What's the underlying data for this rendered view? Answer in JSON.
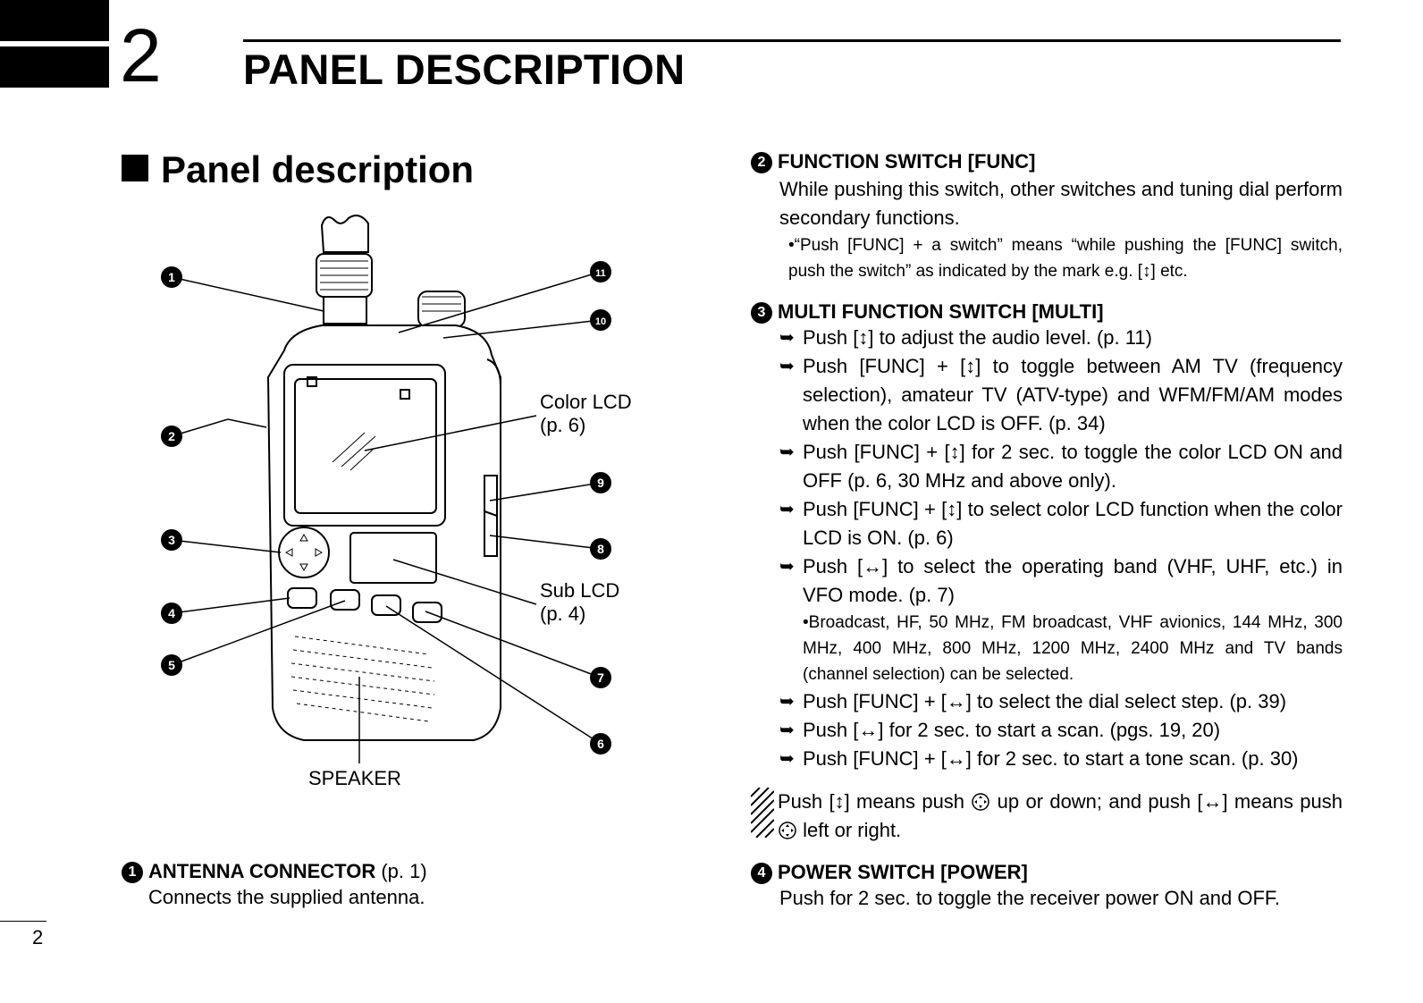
{
  "header": {
    "chapter_number": "2",
    "chapter_title": "PANEL DESCRIPTION"
  },
  "section_heading": "Panel description",
  "diagram": {
    "callouts": [
      "1",
      "2",
      "3",
      "4",
      "5",
      "6",
      "7",
      "8",
      "9",
      "10",
      "11"
    ],
    "label_color_lcd": "Color LCD",
    "label_color_lcd_ref": "(p. 6)",
    "label_sub_lcd": "Sub LCD",
    "label_sub_lcd_ref": "(p. 4)",
    "label_speaker": "SPEAKER"
  },
  "items": {
    "antenna": {
      "num": "1",
      "title": "ANTENNA CONNECTOR",
      "ref": "(p. 1)",
      "desc": "Connects the supplied antenna."
    },
    "func": {
      "num": "2",
      "title": "FUNCTION SWITCH [FUNC]",
      "desc": "While pushing this switch, other switches and tuning dial perform secondary functions.",
      "note": "•“Push [FUNC] + a switch” means “while pushing the [FUNC] switch, push the switch” as indicated by the mark e.g. [↕] etc."
    },
    "multi": {
      "num": "3",
      "title": "MULTI FUNCTION SWITCH [MULTI]",
      "bullets": [
        "Push [↕] to adjust the audio level. (p. 11)",
        "Push [FUNC] + [↕] to toggle between AM TV (frequency selection), amateur TV (ATV-type) and WFM/FM/AM modes when the color LCD is OFF. (p. 34)",
        "Push [FUNC] + [↕] for 2 sec. to toggle the color LCD ON and OFF (p. 6, 30 MHz and above only).",
        "Push [FUNC] + [↕] to select color LCD function when the color LCD is ON. (p. 6)",
        "Push [↔] to select the operating band (VHF, UHF, etc.) in VFO mode. (p. 7)"
      ],
      "sub_note": "•Broadcast, HF, 50 MHz, FM broadcast, VHF avionics, 144 MHz, 300 MHz, 400 MHz, 800 MHz, 1200 MHz, 2400 MHz and TV bands (channel selection) can be selected.",
      "bullets2": [
        "Push [FUNC] + [↔] to select the dial select step. (p. 39)",
        "Push [↔] for 2 sec. to start a scan. (pgs. 19, 20)",
        "Push [FUNC] + [↔] for 2 sec. to start a tone scan. (p. 30)"
      ],
      "tip_part1": "Push [↕] means push",
      "tip_part2": "up or down; and push [↔] means push",
      "tip_part3": "left or right."
    },
    "power": {
      "num": "4",
      "title": "POWER SWITCH [POWER]",
      "desc": "Push for 2 sec. to toggle the receiver power ON and OFF."
    }
  },
  "footer": {
    "page_number": "2"
  },
  "symbols": {
    "arrow": "➥"
  }
}
